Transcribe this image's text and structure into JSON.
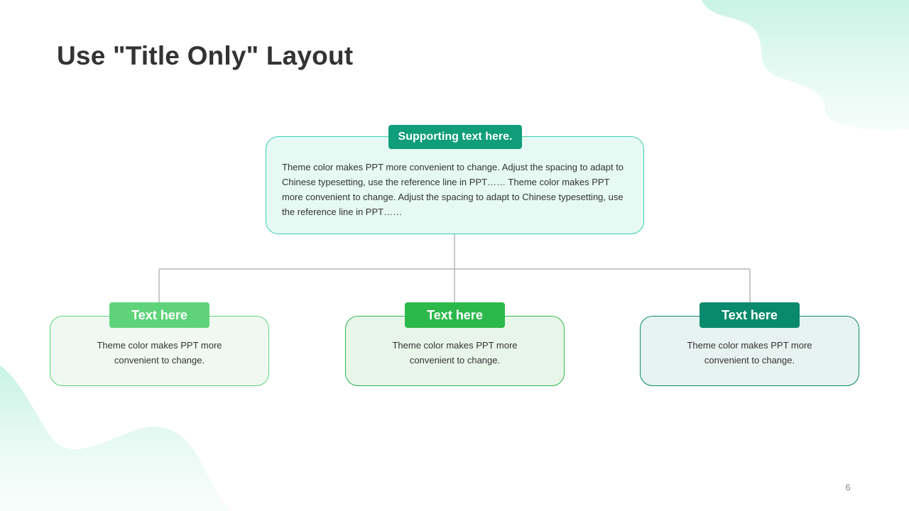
{
  "slide": {
    "title": "Use \"Title Only\" Layout",
    "page_number": "6"
  },
  "diagram": {
    "root": {
      "label": "Supporting text here.",
      "body": "Theme color makes PPT more convenient to change. Adjust the spacing to adapt to Chinese typesetting, use the reference line in PPT…… Theme color makes PPT more convenient to change. Adjust the spacing to adapt to Chinese typesetting, use the reference line in PPT……",
      "accent": "#0f9d7a",
      "fill": "#e6f9f3",
      "border": "#37cfae"
    },
    "children": [
      {
        "label": "Text here",
        "body": "Theme color makes PPT more convenient to change.",
        "accent": "#5fd37a",
        "fill": "#f0f9f1",
        "border": "#5fd37a"
      },
      {
        "label": "Text here",
        "body": "Theme color makes PPT more convenient to change.",
        "accent": "#2db84b",
        "fill": "#e8f6ea",
        "border": "#2db84b"
      },
      {
        "label": "Text here",
        "body": "Theme color makes PPT more convenient to change.",
        "accent": "#0a8a6c",
        "fill": "#e7f3f0",
        "border": "#0a8a6c"
      }
    ]
  }
}
